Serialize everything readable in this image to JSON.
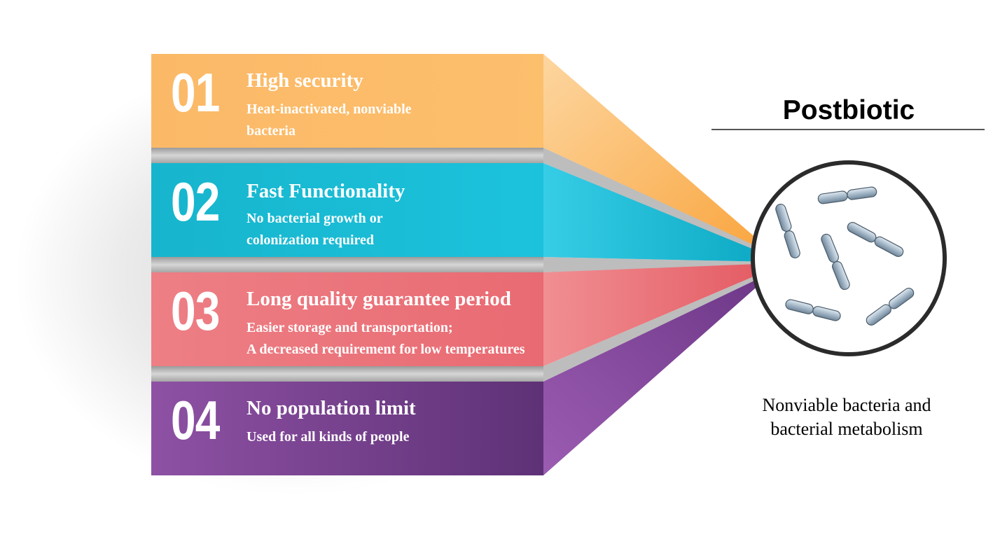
{
  "diagram": {
    "items": [
      {
        "number": "01",
        "title": "High security",
        "description": "Heat-inactivated, nonviable\nbacteria",
        "color": "#fcb868"
      },
      {
        "number": "02",
        "title": "Fast Functionality",
        "description": "No bacterial growth or\ncolonization required",
        "color": "#1ac0da"
      },
      {
        "number": "03",
        "title": "Long quality guarantee period",
        "description": "Easier storage and transportation;\nA decreased requirement for low temperatures",
        "color": "#ec7479"
      },
      {
        "number": "04",
        "title": "No population limit",
        "description": "Used for all kinds of people",
        "color": "#7a4193"
      }
    ],
    "postbiotic": {
      "title": "Postbiotic",
      "caption": "Nonviable bacteria and\nbacterial metabolism",
      "icon": "bacteria-circle-icon"
    }
  }
}
